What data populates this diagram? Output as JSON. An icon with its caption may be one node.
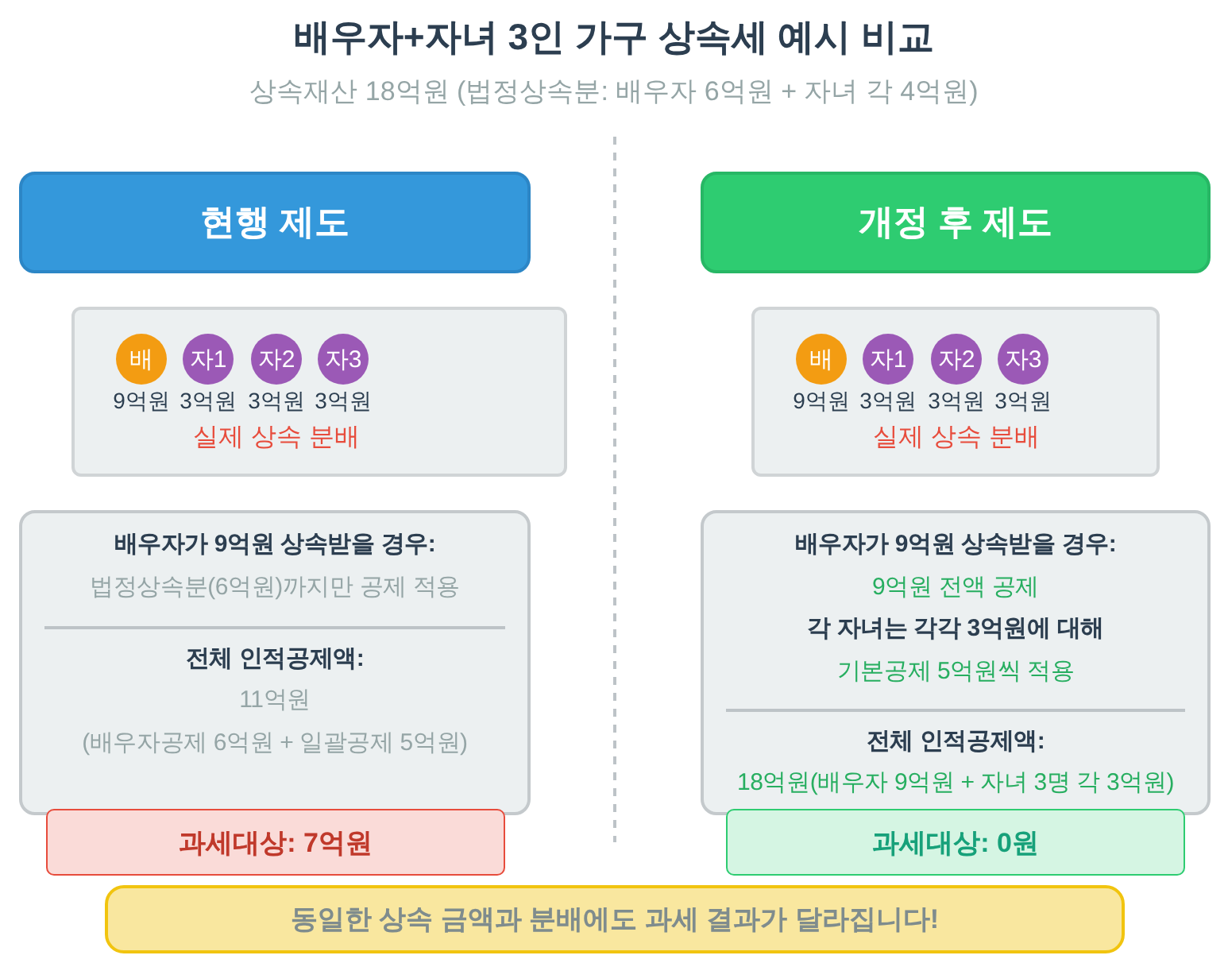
{
  "diagram": {
    "title": "배우자+자녀 3인 가구 상속세 예시 비교",
    "nodes": [
      {
        "text": [
          "현행 제도"
        ]
      },
      {
        "text": [
          "실제 상속 분배"
        ]
      },
      {
        "text": [
          "배"
        ],
        "in": 1,
        "beside": [
          "9억원"
        ]
      },
      {
        "text": [
          "자1"
        ],
        "in": 1,
        "beside": [
          "3억원"
        ]
      },
      {
        "text": [
          "자2"
        ],
        "in": 1,
        "beside": [
          "3억원"
        ]
      },
      {
        "text": [
          "자3"
        ],
        "in": 1,
        "beside": [
          "3억원"
        ]
      },
      {
        "text": [
          "배우자가 9억원 상속받을 경우:",
          "법정상속분(6억원)까지만 공제 적용",
          "전체 인적공제액:",
          "11억원",
          "(배우자공제 6억원 + 일괄공제 5억원)"
        ]
      },
      {
        "text": [
          "과세대상: 7억원"
        ]
      },
      {
        "text": [
          "개정 후 제도"
        ]
      },
      {
        "text": [
          "실제 상속 분배"
        ]
      },
      {
        "text": [
          "배"
        ],
        "in": 9,
        "beside": [
          "9억원"
        ]
      },
      {
        "text": [
          "자1"
        ],
        "in": 9,
        "beside": [
          "3억원"
        ]
      },
      {
        "text": [
          "자2"
        ],
        "in": 9,
        "beside": [
          "3억원"
        ]
      },
      {
        "text": [
          "자3"
        ],
        "in": 9,
        "beside": [
          "3억원"
        ]
      },
      {
        "text": [
          "배우자가 9억원 상속받을 경우:",
          "9억원 전액 공제",
          "각 자녀는 각각 3억원에 대해",
          "기본공제 5억원씩 적용",
          "전체 인적공제액:",
          "18억원(배우자 9억원 + 자녀 3명 각 3억원)"
        ]
      },
      {
        "text": [
          "과세대상: 0원"
        ]
      },
      {
        "text": [
          "동일한 상속 금액과 분배에도 과세 결과가 달라집니다!"
        ]
      }
    ],
    "edges": [],
    "labels": [
      "상속재산 18억원 (법정상속분: 배우자 6억원 + 자녀 각 4억원)"
    ]
  }
}
